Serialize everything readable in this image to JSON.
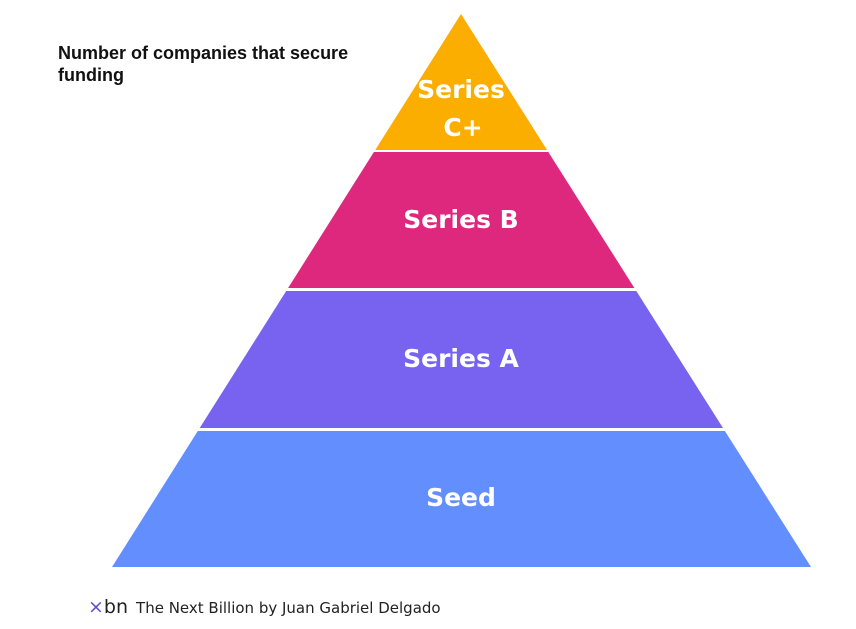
{
  "title": "Number of companies that secure funding",
  "levels": [
    {
      "label_lines": [
        "Series",
        "C+"
      ],
      "color": "#FBAE00"
    },
    {
      "label_lines": [
        "Series B"
      ],
      "color": "#DE287E"
    },
    {
      "label_lines": [
        "Series A"
      ],
      "color": "#7863F0"
    },
    {
      "label_lines": [
        "Seed"
      ],
      "color": "#638EFE"
    }
  ],
  "footer": {
    "logo_x": "×",
    "logo_text": "bn",
    "credit": "The Next Billion by Juan Gabriel Delgado"
  }
}
